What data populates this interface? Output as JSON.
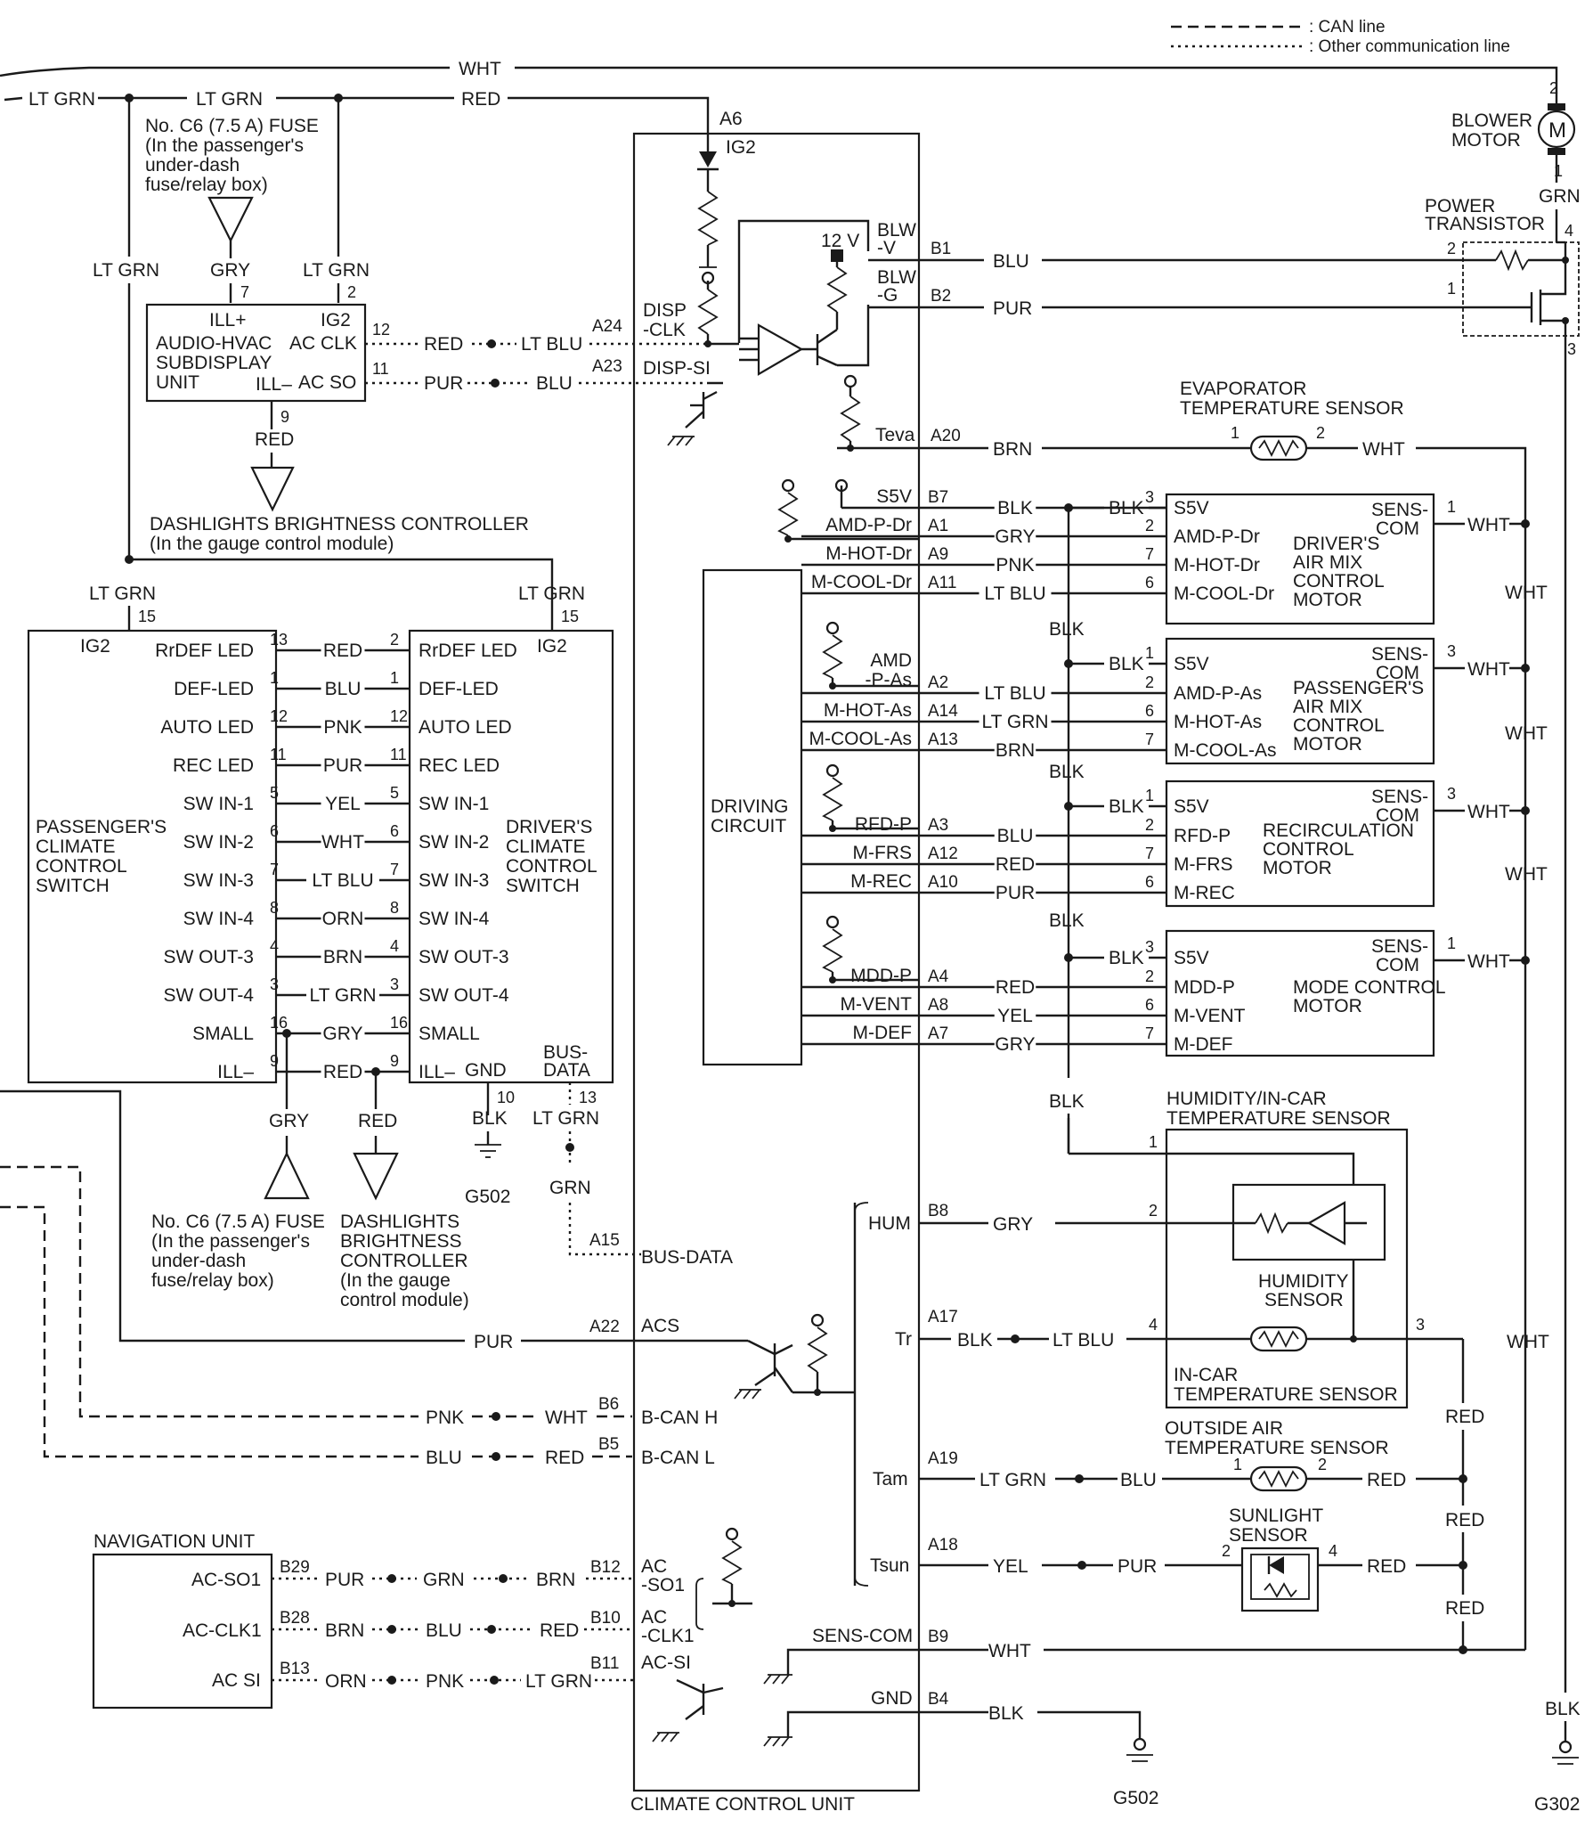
{
  "legend": {
    "can_line": ": CAN line",
    "other_line": ": Other communication line"
  },
  "top": {
    "wht": "WHT",
    "ltgrn_a": "LT GRN",
    "ltgrn_b": "LT GRN",
    "red": "RED",
    "fuse_1": "No. C6 (7.5 A) FUSE",
    "fuse_2": "(In the passenger's",
    "fuse_3": "under-dash",
    "fuse_4": "fuse/relay box)",
    "ltgrn_left": "LT GRN",
    "gry": "GRY",
    "ltgrn_mid": "LT GRN",
    "a6": "A6",
    "ig2": "IG2"
  },
  "subdisplay": {
    "name_1": "AUDIO-HVAC",
    "name_2": "SUBDISPLAY",
    "name_3": "UNIT",
    "ill_plus": "ILL+",
    "ig2": "IG2",
    "ac_clk": "AC CLK",
    "ac_so": "AC SO",
    "ill_minus": "ILL–",
    "pin7": "7",
    "pin2": "2",
    "pin12": "12",
    "pin11": "11",
    "pin9": "9",
    "red_a": "RED",
    "ltblu": "LT BLU",
    "pur": "PUR",
    "blu": "BLU",
    "red_down": "RED",
    "a24": "A24",
    "a23": "A23"
  },
  "dash_ctrl": {
    "line1": "DASHLIGHTS BRIGHTNESS CONTROLLER",
    "line2": "(In the gauge control module)"
  },
  "ccu": {
    "name": "CLIMATE CONTROL UNIT",
    "disp_clk_1": "DISP",
    "disp_clk_2": "-CLK",
    "disp_si": "DISP-SI",
    "v12": "12 V",
    "blw_v_1": "BLW",
    "blw_v_2": "-V",
    "blw_g_1": "BLW",
    "blw_g_2": "-G",
    "b1": "B1",
    "b2": "B2",
    "teva": "Teva",
    "a20": "A20",
    "driving_1": "DRIVING",
    "driving_2": "CIRCUIT",
    "hum": "HUM",
    "b8": "B8",
    "tr": "Tr",
    "a17": "A17",
    "tam": "Tam",
    "a19": "A19",
    "tsun": "Tsun",
    "a18": "A18",
    "a15": "A15",
    "bus_data": "BUS-DATA",
    "a22": "A22",
    "acs": "ACS",
    "b6": "B6",
    "bcanh": "B-CAN H",
    "b5": "B5",
    "bcanl": "B-CAN L",
    "b12": "B12",
    "acso1_1": "AC",
    "acso1_2": "-SO1",
    "b10": "B10",
    "acclk1_1": "AC",
    "acclk1_2": "-CLK1",
    "b11": "B11",
    "acsi": "AC-SI",
    "senscom": "SENS-COM",
    "b9": "B9",
    "gnd": "GND",
    "b4": "B4"
  },
  "motor_pins": [
    {
      "label": "S5V",
      "pin": "B7",
      "wire": "BLK"
    },
    {
      "label": "AMD-P-Dr",
      "pin": "A1",
      "wire": "GRY"
    },
    {
      "label": "M-HOT-Dr",
      "pin": "A9",
      "wire": "PNK"
    },
    {
      "label": "M-COOL-Dr",
      "pin": "A11",
      "wire": "LT BLU"
    },
    {
      "label": "AMD",
      "label2": "-P-As",
      "pin": "A2",
      "wire": "LT BLU"
    },
    {
      "label": "M-HOT-As",
      "pin": "A14",
      "wire": "LT GRN"
    },
    {
      "label": "M-COOL-As",
      "pin": "A13",
      "wire": "BRN"
    },
    {
      "label": "RFD-P",
      "pin": "A3",
      "wire": "BLU"
    },
    {
      "label": "M-FRS",
      "pin": "A12",
      "wire": "RED"
    },
    {
      "label": "M-REC",
      "pin": "A10",
      "wire": "PUR"
    },
    {
      "label": "MDD-P",
      "pin": "A4",
      "wire": "RED"
    },
    {
      "label": "M-VENT",
      "pin": "A8",
      "wire": "YEL"
    },
    {
      "label": "M-DEF",
      "pin": "A7",
      "wire": "GRY"
    }
  ],
  "motors": [
    {
      "name": [
        "DRIVER'S",
        "AIR MIX",
        "CONTROL",
        "MOTOR"
      ],
      "pins": [
        "S5V",
        "AMD-P-Dr",
        "M-HOT-Dr",
        "M-COOL-Dr"
      ],
      "nums": [
        "3",
        "2",
        "7",
        "6"
      ],
      "sens_pin": "1"
    },
    {
      "name": [
        "PASSENGER'S",
        "AIR MIX",
        "CONTROL",
        "MOTOR"
      ],
      "pins": [
        "S5V",
        "AMD-P-As",
        "M-HOT-As",
        "M-COOL-As"
      ],
      "nums": [
        "1",
        "2",
        "6",
        "7"
      ],
      "sens_pin": "3"
    },
    {
      "name": [
        "RECIRCULATION",
        "CONTROL",
        "MOTOR"
      ],
      "pins": [
        "S5V",
        "RFD-P",
        "M-FRS",
        "M-REC"
      ],
      "nums": [
        "1",
        "2",
        "7",
        "6"
      ],
      "sens_pin": "3"
    },
    {
      "name": [
        "MODE CONTROL",
        "MOTOR"
      ],
      "pins": [
        "S5V",
        "MDD-P",
        "M-VENT",
        "M-DEF"
      ],
      "nums": [
        "3",
        "2",
        "6",
        "7"
      ],
      "sens_pin": "1"
    }
  ],
  "motor_common": {
    "sens1": "SENS-",
    "sens2": "COM",
    "wht": "WHT",
    "blk": "BLK"
  },
  "right": {
    "blower_1": "BLOWER",
    "blower_2": "MOTOR",
    "m": "M",
    "pin2": "2",
    "pin1": "1",
    "grn": "GRN",
    "pt_1": "POWER",
    "pt_2": "TRANSISTOR",
    "pt_pin4": "4",
    "pt_pin2": "2",
    "pt_pin1": "1",
    "pt_pin3": "3",
    "blu": "BLU",
    "pur": "PUR",
    "evap_1": "EVAPORATOR",
    "evap_2": "TEMPERATURE SENSOR",
    "evap_pin1": "1",
    "evap_pin2": "2",
    "brn": "BRN",
    "wht_evap": "WHT",
    "blk_g302": "BLK",
    "g302": "G302"
  },
  "sensors": {
    "hum_1": "HUMIDITY/IN-CAR",
    "hum_2": "TEMPERATURE SENSOR",
    "hum_pin1": "1",
    "hum_pin2": "2",
    "hum_pin4": "4",
    "hum_pin3": "3",
    "humidity_1": "HUMIDITY",
    "humidity_2": "SENSOR",
    "incar_1": "IN-CAR",
    "incar_2": "TEMPERATURE SENSOR",
    "gry": "GRY",
    "blk_tr": "BLK",
    "ltblu_tr": "LT BLU",
    "out_1": "OUTSIDE AIR",
    "out_2": "TEMPERATURE SENSOR",
    "out_pin1": "1",
    "out_pin2": "2",
    "ltgrn": "LT GRN",
    "blu": "BLU",
    "red_out": "RED",
    "sun_1": "SUNLIGHT",
    "sun_2": "SENSOR",
    "sun_pin2": "2",
    "sun_pin4": "4",
    "yel": "YEL",
    "pur": "PUR",
    "red_sun": "RED",
    "red_v1": "RED",
    "red_v2": "RED",
    "red_v3": "RED",
    "wht_senscom": "WHT",
    "blk_gnd": "BLK",
    "g502": "G502",
    "wht_right": "WHT",
    "blk_hum": "BLK"
  },
  "switch_rows": [
    {
      "left": "RrDEF LED",
      "ln": "13",
      "wire": "RED",
      "rn": "2",
      "right": "RrDEF LED"
    },
    {
      "left": "DEF-LED",
      "ln": "1",
      "wire": "BLU",
      "rn": "1",
      "right": "DEF-LED"
    },
    {
      "left": "AUTO LED",
      "ln": "12",
      "wire": "PNK",
      "rn": "12",
      "right": "AUTO LED"
    },
    {
      "left": "REC LED",
      "ln": "11",
      "wire": "PUR",
      "rn": "11",
      "right": "REC LED"
    },
    {
      "left": "SW IN-1",
      "ln": "5",
      "wire": "YEL",
      "rn": "5",
      "right": "SW IN-1"
    },
    {
      "left": "SW IN-2",
      "ln": "6",
      "wire": "WHT",
      "rn": "6",
      "right": "SW IN-2"
    },
    {
      "left": "SW IN-3",
      "ln": "7",
      "wire": "LT BLU",
      "rn": "7",
      "right": "SW IN-3"
    },
    {
      "left": "SW IN-4",
      "ln": "8",
      "wire": "ORN",
      "rn": "8",
      "right": "SW IN-4"
    },
    {
      "left": "SW OUT-3",
      "ln": "4",
      "wire": "BRN",
      "rn": "4",
      "right": "SW OUT-3"
    },
    {
      "left": "SW OUT-4",
      "ln": "3",
      "wire": "LT GRN",
      "rn": "3",
      "right": "SW OUT-4"
    },
    {
      "left": "SMALL",
      "ln": "16",
      "wire": "GRY",
      "rn": "16",
      "right": "SMALL"
    },
    {
      "left": "ILL–",
      "ln": "9",
      "wire": "RED",
      "rn": "9",
      "right": "ILL–"
    }
  ],
  "switches": {
    "ltgrn_l": "LT GRN",
    "ltgrn_r": "LT GRN",
    "pin15_l": "15",
    "pin15_r": "15",
    "ig2_l": "IG2",
    "ig2_r": "IG2",
    "pass_1": "PASSENGER'S",
    "pass_2": "CLIMATE",
    "pass_3": "CONTROL",
    "pass_4": "SWITCH",
    "drv_1": "DRIVER'S",
    "drv_2": "CLIMATE",
    "drv_3": "CONTROL",
    "drv_4": "SWITCH",
    "gnd": "GND",
    "bus_1": "BUS-",
    "bus_2": "DATA",
    "pin10": "10",
    "pin13": "13",
    "blk": "BLK",
    "ltgrn_bus": "LT GRN",
    "grn_bus": "GRN",
    "g502": "G502",
    "gry": "GRY",
    "red": "RED",
    "fuse_1": "No. C6 (7.5 A) FUSE",
    "fuse_2": "(In the passenger's",
    "fuse_3": "under-dash",
    "fuse_4": "fuse/relay box)",
    "dash_1": "DASHLIGHTS",
    "dash_2": "BRIGHTNESS",
    "dash_3": "CONTROLLER",
    "dash_4": "(In the gauge",
    "dash_5": "control module)"
  },
  "lower_left": {
    "pur": "PUR",
    "pnk": "PNK",
    "wht": "WHT",
    "blu": "BLU",
    "red": "RED"
  },
  "nav": {
    "title": "NAVIGATION UNIT",
    "acso1": "AC-SO1",
    "acclk1": "AC-CLK1",
    "acsi": "AC SI",
    "b29": "B29",
    "b28": "B28",
    "b13": "B13",
    "w1a": "PUR",
    "w1b": "GRN",
    "w1c": "BRN",
    "w2a": "BRN",
    "w2b": "BLU",
    "w2c": "RED",
    "w3a": "ORN",
    "w3b": "PNK",
    "w3c": "LT GRN"
  }
}
